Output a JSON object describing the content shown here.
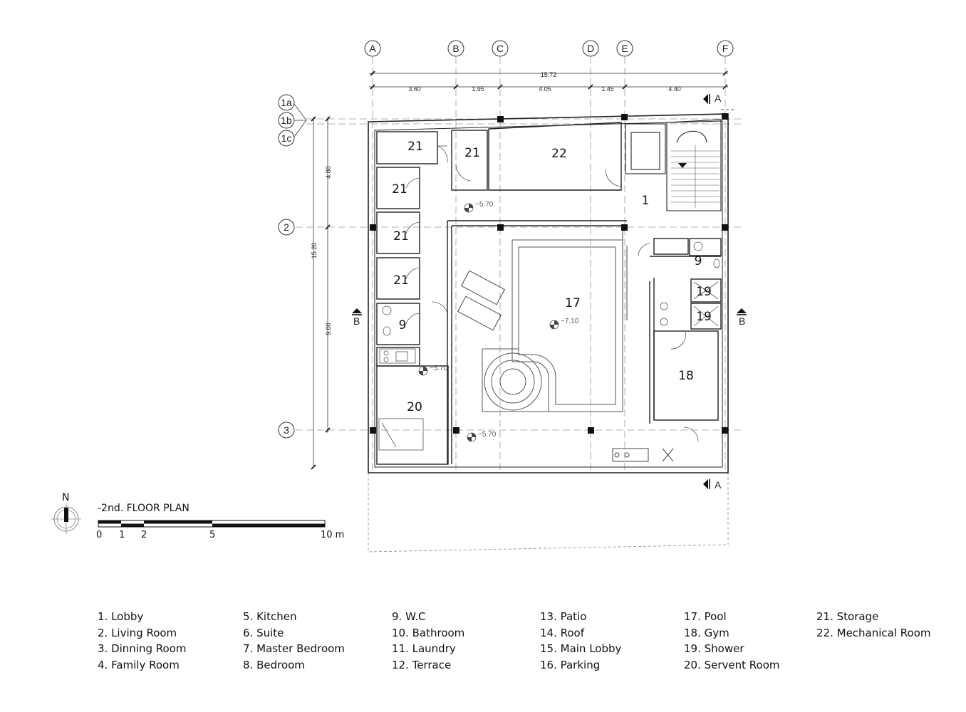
{
  "title": "-2nd. FLOOR PLAN",
  "north_label": "N",
  "grid_columns": [
    "A",
    "B",
    "C",
    "D",
    "E",
    "F"
  ],
  "grid_rows": [
    "1a",
    "1b",
    "1c",
    "2",
    "3"
  ],
  "dimensions": {
    "overall_width": "15.72",
    "column_spacings": [
      "3.60",
      "1.95",
      "4.05",
      "1.45",
      "4.40"
    ],
    "overall_depth": "15.20",
    "row_spacings": [
      "4.80",
      "9.00"
    ]
  },
  "section_marks": {
    "a": "A",
    "b": "B"
  },
  "rooms": {
    "storage_1": "21",
    "storage_2": "21",
    "storage_3": "21",
    "storage_4": "21",
    "storage_5": "21",
    "mech": "22",
    "lobby": "1",
    "pool": "17",
    "wc_left": "9",
    "wc_right": "9",
    "shower_1": "19",
    "shower_2": "19",
    "gym": "18",
    "servant": "20"
  },
  "levels": {
    "corridor": "−5.70",
    "pool": "−7.10",
    "servant_entry": "−5.70",
    "patio": "−5.70"
  },
  "scale_bar": {
    "ticks": [
      "0",
      "1",
      "2",
      "5",
      "10 m"
    ]
  },
  "legend": [
    [
      "1. Lobby",
      "2. Living Room",
      "3. Dinning Room",
      "4. Family Room"
    ],
    [
      "5. Kitchen",
      "6. Suite",
      "7. Master Bedroom",
      "8. Bedroom"
    ],
    [
      "9. W.C",
      "10. Bathroom",
      "11. Laundry",
      "12. Terrace"
    ],
    [
      "13. Patio",
      "14. Roof",
      "15. Main Lobby",
      "16. Parking"
    ],
    [
      "17. Pool",
      "18. Gym",
      "19. Shower",
      "20. Servent Room"
    ],
    [
      "21. Storage",
      "22. Mechanical Room"
    ]
  ]
}
